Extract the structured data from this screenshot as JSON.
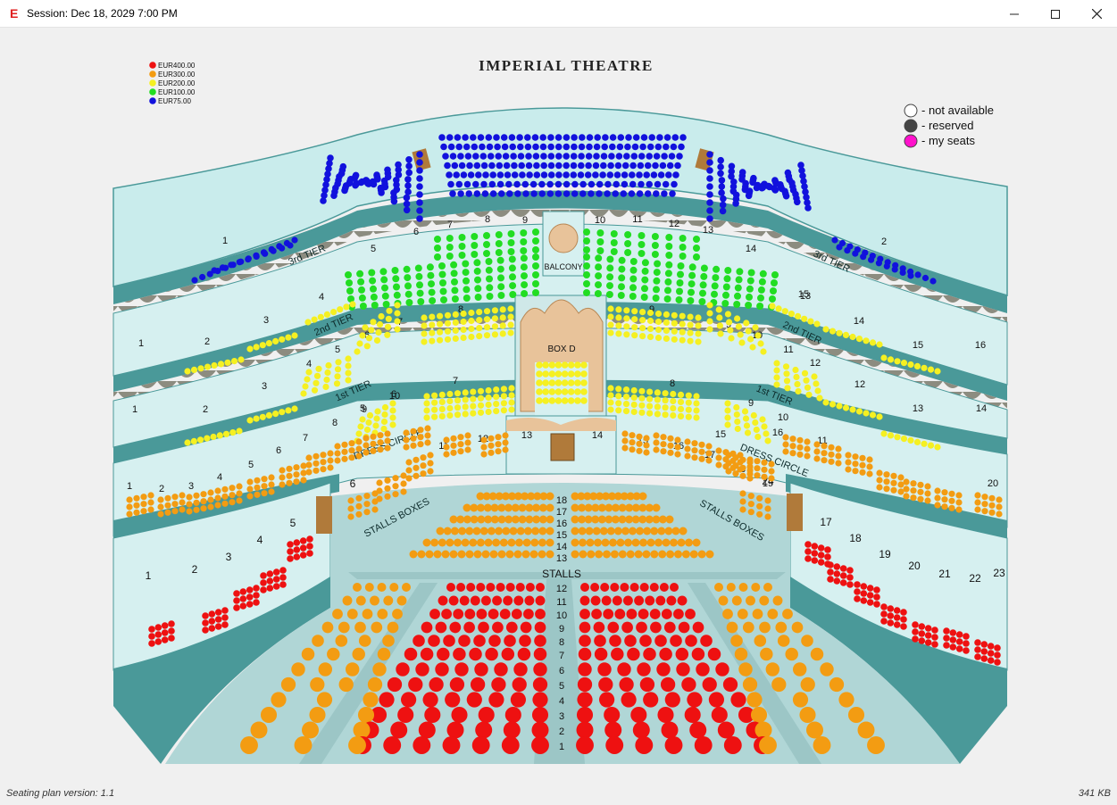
{
  "window": {
    "app_logo": "E",
    "title": "Session: Dec 18, 2029 7:00 PM",
    "minimize_label": "minimize",
    "maximize_label": "maximize",
    "close_label": "close"
  },
  "plan": {
    "title": "IMPERIAL THEATRE",
    "colors": {
      "floor": "#b0d6d6",
      "tier_band": "#4a9999",
      "box_fill": "#d6f0f0",
      "curtain": "#8a8a7a",
      "door": "#b07a3a",
      "box_d_frame": "#e8c39a"
    },
    "price_legend": [
      {
        "label": "EUR400.00",
        "color": "#ee1111"
      },
      {
        "label": "EUR300.00",
        "color": "#f39c12"
      },
      {
        "label": "EUR200.00",
        "color": "#f5f022"
      },
      {
        "label": "EUR100.00",
        "color": "#22dd22"
      },
      {
        "label": "EUR75.00",
        "color": "#1111dd"
      }
    ],
    "status_legend": [
      {
        "label": "- not available",
        "color": "#ffffff",
        "icon": "circle-outline-icon"
      },
      {
        "label": "- reserved",
        "color": "#444444",
        "icon": "circle-filled-icon"
      },
      {
        "label": "- my seats",
        "color": "#ff11cc",
        "icon": "circle-magenta-icon"
      }
    ],
    "tier_banners": [
      "3rd TIER",
      "3rd TIER",
      "2nd TIER",
      "2nd TIER",
      "1st TIER",
      "1st TIER",
      "DRESS CIRCLE",
      "DRESS CIRCLE",
      "STALLS BOXES",
      "STALLS BOXES"
    ],
    "stalls_label": "STALLS",
    "balcony_label": "BALCONY",
    "box_d_label": "BOX D",
    "stalls_rows_front": [
      "12",
      "11",
      "10",
      "9",
      "8",
      "7",
      "6",
      "5",
      "4",
      "3",
      "2",
      "1"
    ],
    "stalls_rows_back": [
      "18",
      "17",
      "16",
      "15",
      "14",
      "13"
    ],
    "third_tier_boxes": [
      "1",
      "2",
      "5",
      "6",
      "7",
      "8",
      "9",
      "10",
      "11",
      "12",
      "13",
      "14",
      "15"
    ],
    "second_tier_boxes": [
      "1",
      "2",
      "3",
      "4",
      "5",
      "6",
      "7",
      "8",
      "9",
      "9",
      "10",
      "11",
      "12",
      "13",
      "14",
      "15",
      "16",
      "17",
      "18"
    ],
    "first_tier_boxes": [
      "1",
      "2",
      "3",
      "4",
      "5",
      "6",
      "7",
      "8",
      "9",
      "10",
      "11",
      "12",
      "13",
      "14",
      "15",
      "16"
    ],
    "dress_circle_boxes": [
      "1",
      "2",
      "3",
      "4",
      "5",
      "6",
      "7",
      "8",
      "9",
      "10",
      "11",
      "12",
      "13",
      "14",
      "15",
      "16",
      "17",
      "18",
      "19",
      "20"
    ],
    "stalls_boxes": [
      "1",
      "2",
      "3",
      "4",
      "5",
      "6",
      "17",
      "18",
      "19",
      "20",
      "21",
      "22",
      "23",
      "24"
    ]
  },
  "footer": {
    "version": "Seating plan version: 1.1",
    "size": "341 KB"
  }
}
